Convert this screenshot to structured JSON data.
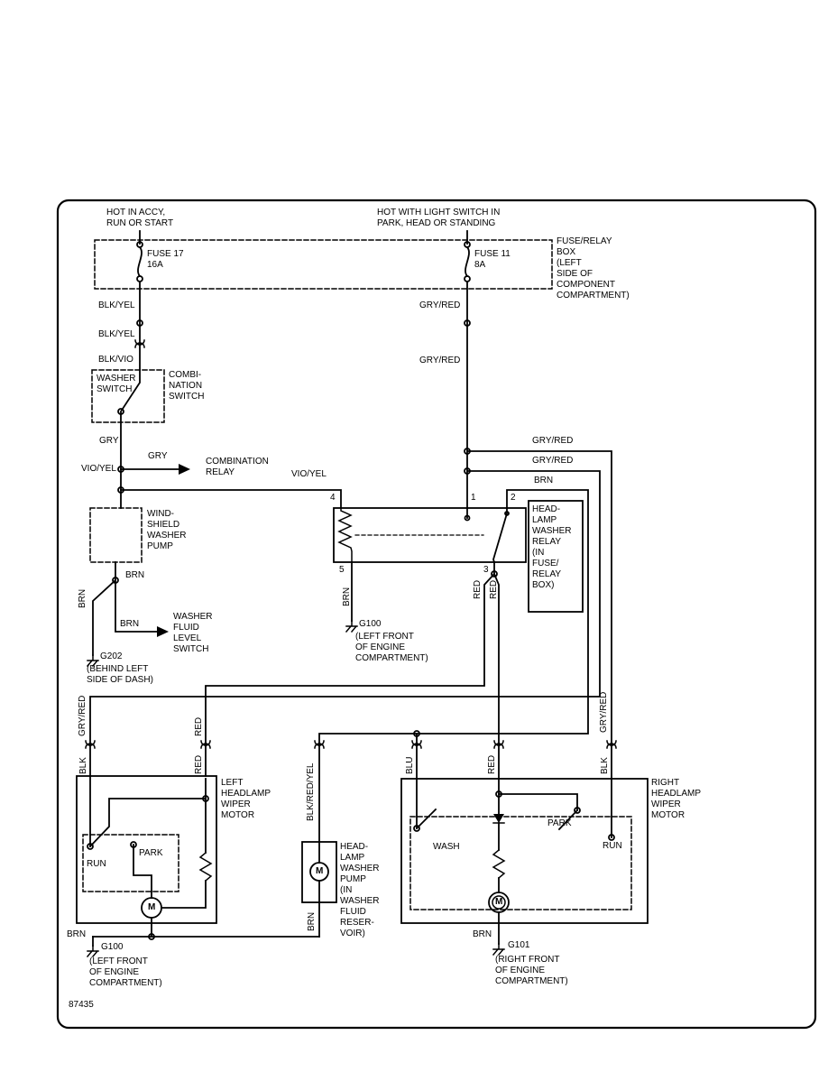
{
  "drawing": {
    "number": "87435"
  },
  "power": {
    "left": "HOT IN ACCY,\nRUN OR START",
    "right": "HOT WITH LIGHT SWITCH IN\nPARK, HEAD OR STANDING"
  },
  "fuse_box": {
    "label": "FUSE/RELAY\nBOX\n(LEFT\nSIDE OF\nCOMPONENT\nCOMPARTMENT)",
    "fuse17": "FUSE 17\n16A",
    "fuse11": "FUSE 11\n8A"
  },
  "components": {
    "washer_switch": "WASHER\nSWITCH",
    "combination_switch": "COMBI-\nNATION\nSWITCH",
    "combination_relay": "COMBINATION\nRELAY",
    "windshield_washer_pump": "WIND-\nSHIELD\nWASHER\nPUMP",
    "headlamp_washer_relay": "HEAD-\nLAMP\nWASHER\nRELAY\n(IN\nFUSE/\nRELAY\nBOX)",
    "washer_fluid_level_switch": "WASHER\nFLUID\nLEVEL\nSWITCH",
    "left_wiper_motor": "LEFT\nHEADLAMP\nWIPER\nMOTOR",
    "right_wiper_motor": "RIGHT\nHEADLAMP\nWIPER\nMOTOR",
    "headlamp_washer_pump": "HEAD-\nLAMP\nWASHER\nPUMP\n(IN\nWASHER\nFLUID\nRESER-\nVOIR)"
  },
  "relay_pins": {
    "p4": "4",
    "p1": "1",
    "p2": "2",
    "p5": "5",
    "p3": "3"
  },
  "positions": {
    "left_park": "PARK",
    "left_run": "RUN",
    "left_motor": "M",
    "right_wash": "WASH",
    "right_park": "PARK",
    "right_run": "RUN",
    "right_motor": "M",
    "pump_motor": "M"
  },
  "grounds": {
    "g202": {
      "name": "G202",
      "location": "(BEHIND LEFT\nSIDE OF DASH)"
    },
    "g100_mid": {
      "name": "G100",
      "location": "(LEFT FRONT\nOF ENGINE\nCOMPARTMENT)"
    },
    "g100_bottom": {
      "name": "G100",
      "location": "(LEFT FRONT\nOF ENGINE\nCOMPARTMENT)"
    },
    "g101": {
      "name": "G101",
      "location": "(RIGHT FRONT\nOF ENGINE\nCOMPARTMENT)"
    }
  },
  "wires": {
    "blk_yel_1": "BLK/YEL",
    "blk_yel_2": "BLK/YEL",
    "blk_vio": "BLK/VIO",
    "gry_1": "GRY",
    "gry_2": "GRY",
    "vio_yel_1": "VIO/YEL",
    "vio_yel_2": "VIO/YEL",
    "gry_red_1": "GRY/RED",
    "gry_red_2": "GRY/RED",
    "gry_red_3": "GRY/RED",
    "gry_red_4": "GRY/RED",
    "brn_relay": "BRN",
    "brn_branch": "BRN",
    "brn_g202": "BRN",
    "brn_pin5": "BRN",
    "brn_level": "BRN",
    "red_pin3_a": "RED",
    "red_pin3_b": "RED",
    "gry_red_left": "GRY/RED",
    "blk_left": "BLK",
    "red_left_upper": "RED",
    "red_left_lower": "RED",
    "blk_red_yel": "BLK/RED/YEL",
    "blu": "BLU",
    "red_right": "RED",
    "blk_right": "BLK",
    "gry_red_right": "GRY/RED",
    "brn_left_gnd": "BRN",
    "brn_pump": "BRN",
    "brn_right_gnd": "BRN"
  }
}
